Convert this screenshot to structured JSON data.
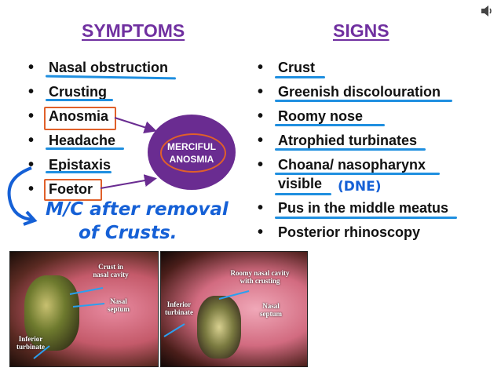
{
  "symptoms": {
    "title": "SYMPTOMS",
    "items": [
      "Nasal obstruction",
      "Crusting",
      "Anosmia",
      "Headache",
      "Epistaxis",
      "Foetor"
    ]
  },
  "signs": {
    "title": "SIGNS",
    "items": [
      "Crust",
      "Greenish discolouration",
      "Roomy nose",
      "Atrophied turbinates",
      "Choana/ nasopharynx visible",
      "Pus in the middle meatus",
      "Posterior rhinoscopy"
    ],
    "choana_line1": "Choana/ nasopharynx",
    "choana_line2": "visible"
  },
  "callout": {
    "line1": "MERCIFUL",
    "line2": "ANOSMIA"
  },
  "annotations": {
    "dne": "(DNE)",
    "note_line1": "M/C after removal",
    "note_line2": "of Crusts."
  },
  "photo_left": {
    "label_crust": [
      "Crust in",
      "nasal cavity"
    ],
    "label_septum": [
      "Nasal",
      "septum"
    ],
    "label_turbinate": [
      "Inferior",
      "turbinate"
    ]
  },
  "photo_right": {
    "label_roomy": [
      "Roomy nasal cavity",
      "with crusting"
    ],
    "label_turbinate": [
      "Inferior",
      "turbinate"
    ],
    "label_septum": [
      "Nasal",
      "septum"
    ]
  },
  "colors": {
    "heading": "#7030a0",
    "underline": "#1f8fe0",
    "box": "#e0602a",
    "circle": "#6a2c91"
  }
}
